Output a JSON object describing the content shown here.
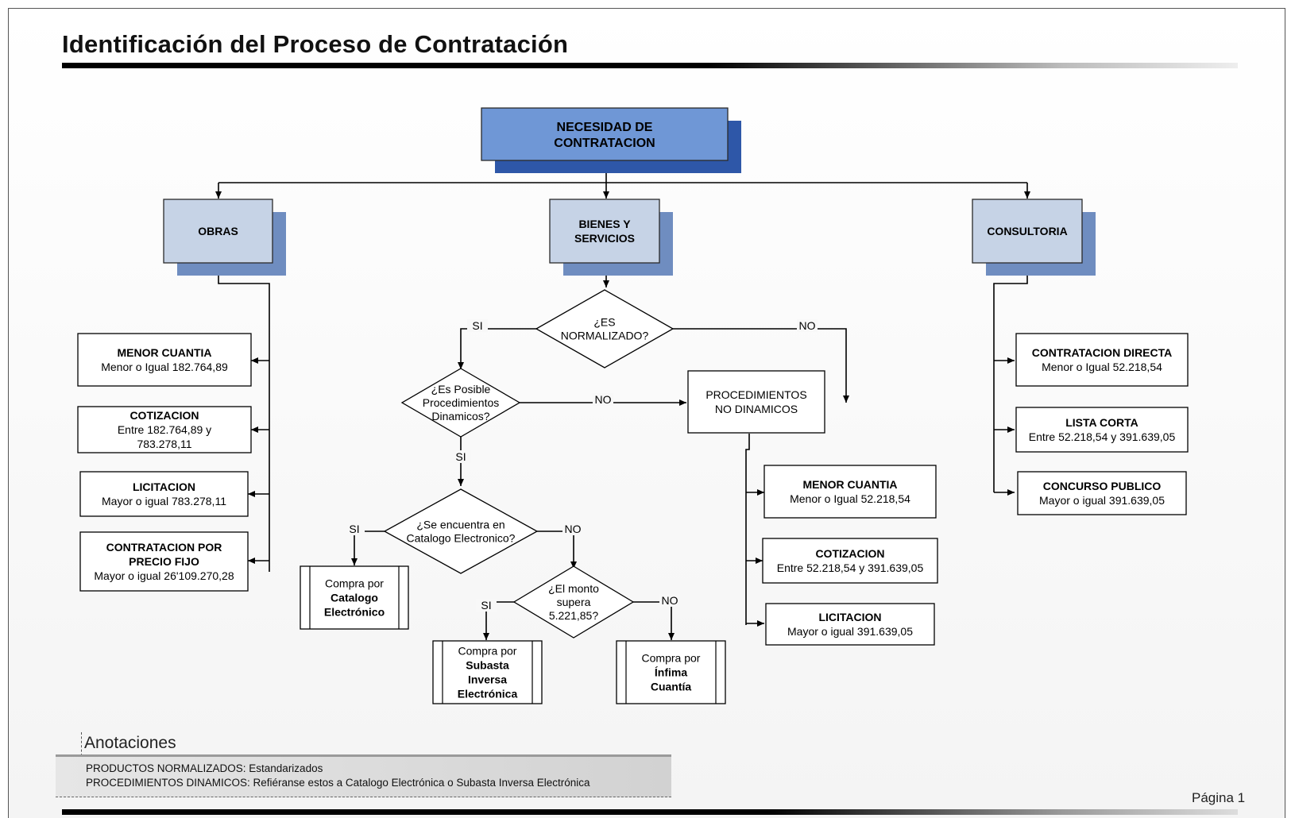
{
  "title": "Identificación del Proceso de Contratación",
  "root": {
    "line1": "NECESIDAD DE",
    "line2": "CONTRATACION"
  },
  "categories": {
    "obras": "OBRAS",
    "bienes": {
      "line1": "BIENES Y",
      "line2": "SERVICIOS"
    },
    "consultoria": "CONSULTORIA"
  },
  "obras_items": [
    {
      "title": [
        "MENOR CUANTIA"
      ],
      "detail": [
        "Menor o Igual 182.764,89"
      ]
    },
    {
      "title": [
        "COTIZACION"
      ],
      "detail": [
        "Entre 182.764,89 y",
        "783.278,11"
      ]
    },
    {
      "title": [
        "LICITACION"
      ],
      "detail": [
        "Mayor o igual 783.278,11"
      ]
    },
    {
      "title": [
        "CONTRATACION POR",
        "PRECIO FIJO"
      ],
      "detail": [
        "Mayor o igual 26'109.270,28"
      ]
    }
  ],
  "consultoria_items": [
    {
      "title": [
        "CONTRATACION DIRECTA"
      ],
      "detail": [
        "Menor o Igual 52.218,54"
      ]
    },
    {
      "title": [
        "LISTA CORTA"
      ],
      "detail": [
        "Entre 52.218,54 y 391.639,05"
      ]
    },
    {
      "title": [
        "CONCURSO PUBLICO"
      ],
      "detail": [
        "Mayor o igual 391.639,05"
      ]
    }
  ],
  "decisions": {
    "normalizado": [
      "¿ES",
      "NORMALIZADO?"
    ],
    "dinamicos": [
      "¿Es Posible",
      "Procedimientos",
      "Dinamicos?"
    ],
    "catalogo": [
      "¿Se encuentra en",
      "Catalogo Electronico?"
    ],
    "monto": [
      "¿El monto",
      "supera",
      "5.221,85?"
    ]
  },
  "branch_labels": {
    "si": "SI",
    "no": "NO"
  },
  "no_dinamicos": [
    "PROCEDIMIENTOS",
    "NO DINAMICOS"
  ],
  "no_dinamicos_items": [
    {
      "title": [
        "MENOR CUANTIA"
      ],
      "detail": [
        "Menor o Igual 52.218,54"
      ]
    },
    {
      "title": [
        "COTIZACION"
      ],
      "detail": [
        "Entre 52.218,54 y 391.639,05"
      ]
    },
    {
      "title": [
        "LICITACION"
      ],
      "detail": [
        "Mayor o igual 391.639,05"
      ]
    }
  ],
  "outcomes": {
    "catalogo": {
      "plain": [
        "Compra por"
      ],
      "bold": [
        "Catalogo",
        "Electrónico"
      ]
    },
    "subasta": {
      "plain": [
        "Compra por"
      ],
      "bold": [
        "Subasta",
        "Inversa",
        "Electrónica"
      ]
    },
    "infima": {
      "plain": [
        "Compra por"
      ],
      "bold": [
        "Ínfima",
        "Cuantía"
      ]
    }
  },
  "annotations": {
    "title": "Anotaciones",
    "lines": [
      "PRODUCTOS NORMALIZADOS: Estandarizados",
      "PROCEDIMIENTOS DINAMICOS: Refiéranse estos a Catalogo Electrónica o Subasta Inversa Electrónica"
    ]
  },
  "page_label": "Página 1",
  "colors": {
    "root_fill": "#6f97d6",
    "root_shadow": "#2e57a8",
    "category_fill": "#c6d3e6",
    "category_shadow": "#6f8dc0"
  }
}
